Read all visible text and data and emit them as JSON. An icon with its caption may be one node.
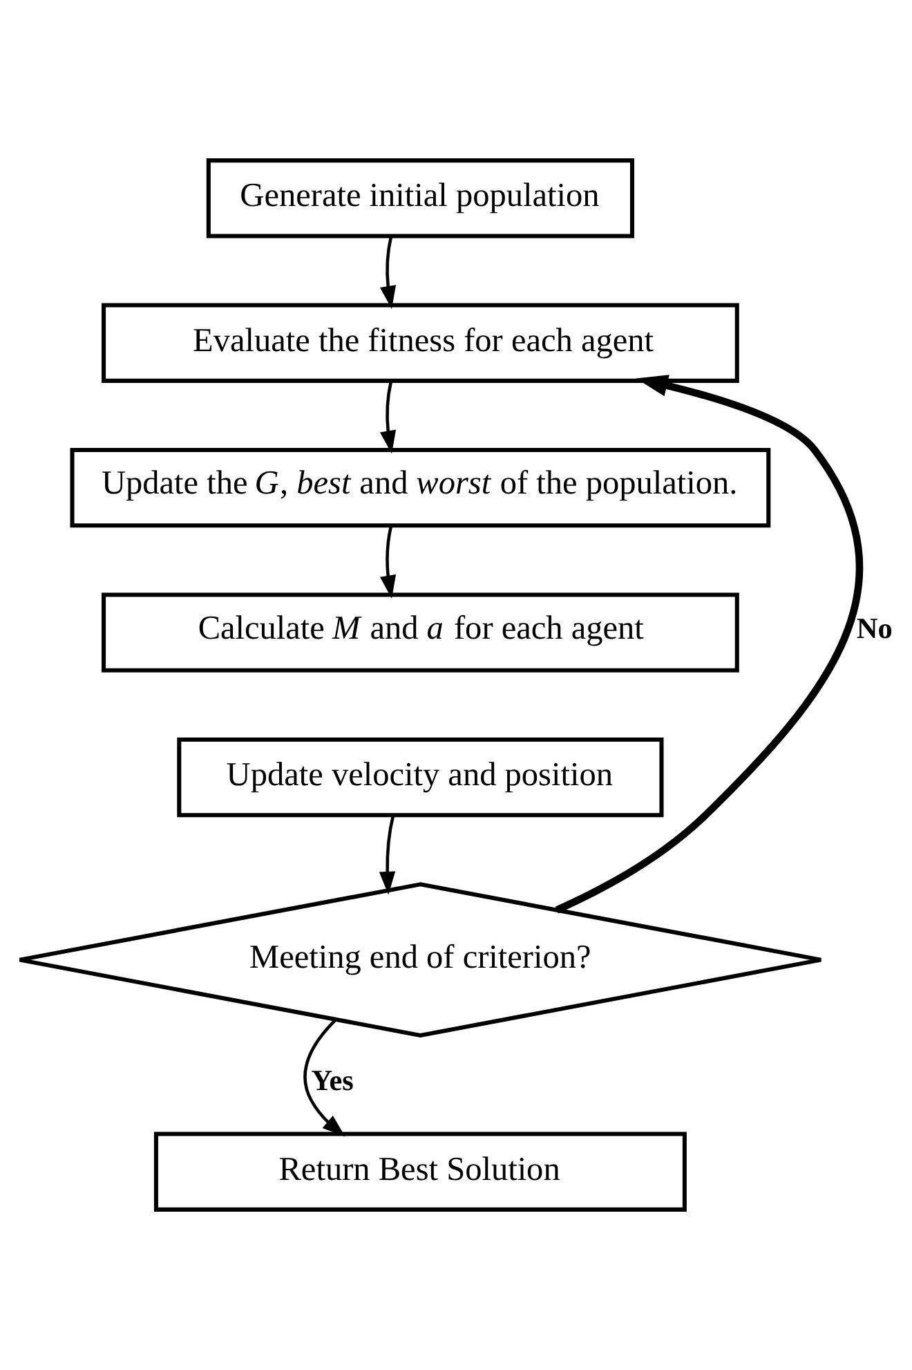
{
  "diagram": {
    "nodes": [
      {
        "text": [
          "Generate initial population"
        ]
      },
      {
        "text": [
          "Evaluate the fitness for each agent"
        ]
      },
      {
        "text": [
          "Update the *G*, *best* and *worst* of the population."
        ]
      },
      {
        "text": [
          "Calculate *M* and *a* for each agent"
        ]
      },
      {
        "text": [
          "Update velocity and position"
        ]
      },
      {
        "text": [
          "Meeting end of criterion?"
        ]
      },
      {
        "text": [
          "Return Best Solution"
        ]
      }
    ],
    "edges": [
      {
        "from": 0,
        "to": 1,
        "arrow": "to"
      },
      {
        "from": 5,
        "to": 1,
        "arrow": "to",
        "label": "No",
        "style": "thick"
      },
      {
        "from": 1,
        "to": 2,
        "arrow": "to"
      },
      {
        "from": 2,
        "to": 3,
        "arrow": "to"
      },
      {
        "from": 4,
        "to": 5,
        "arrow": "to"
      },
      {
        "from": 5,
        "to": 6,
        "arrow": "to",
        "label": "Yes"
      }
    ]
  }
}
